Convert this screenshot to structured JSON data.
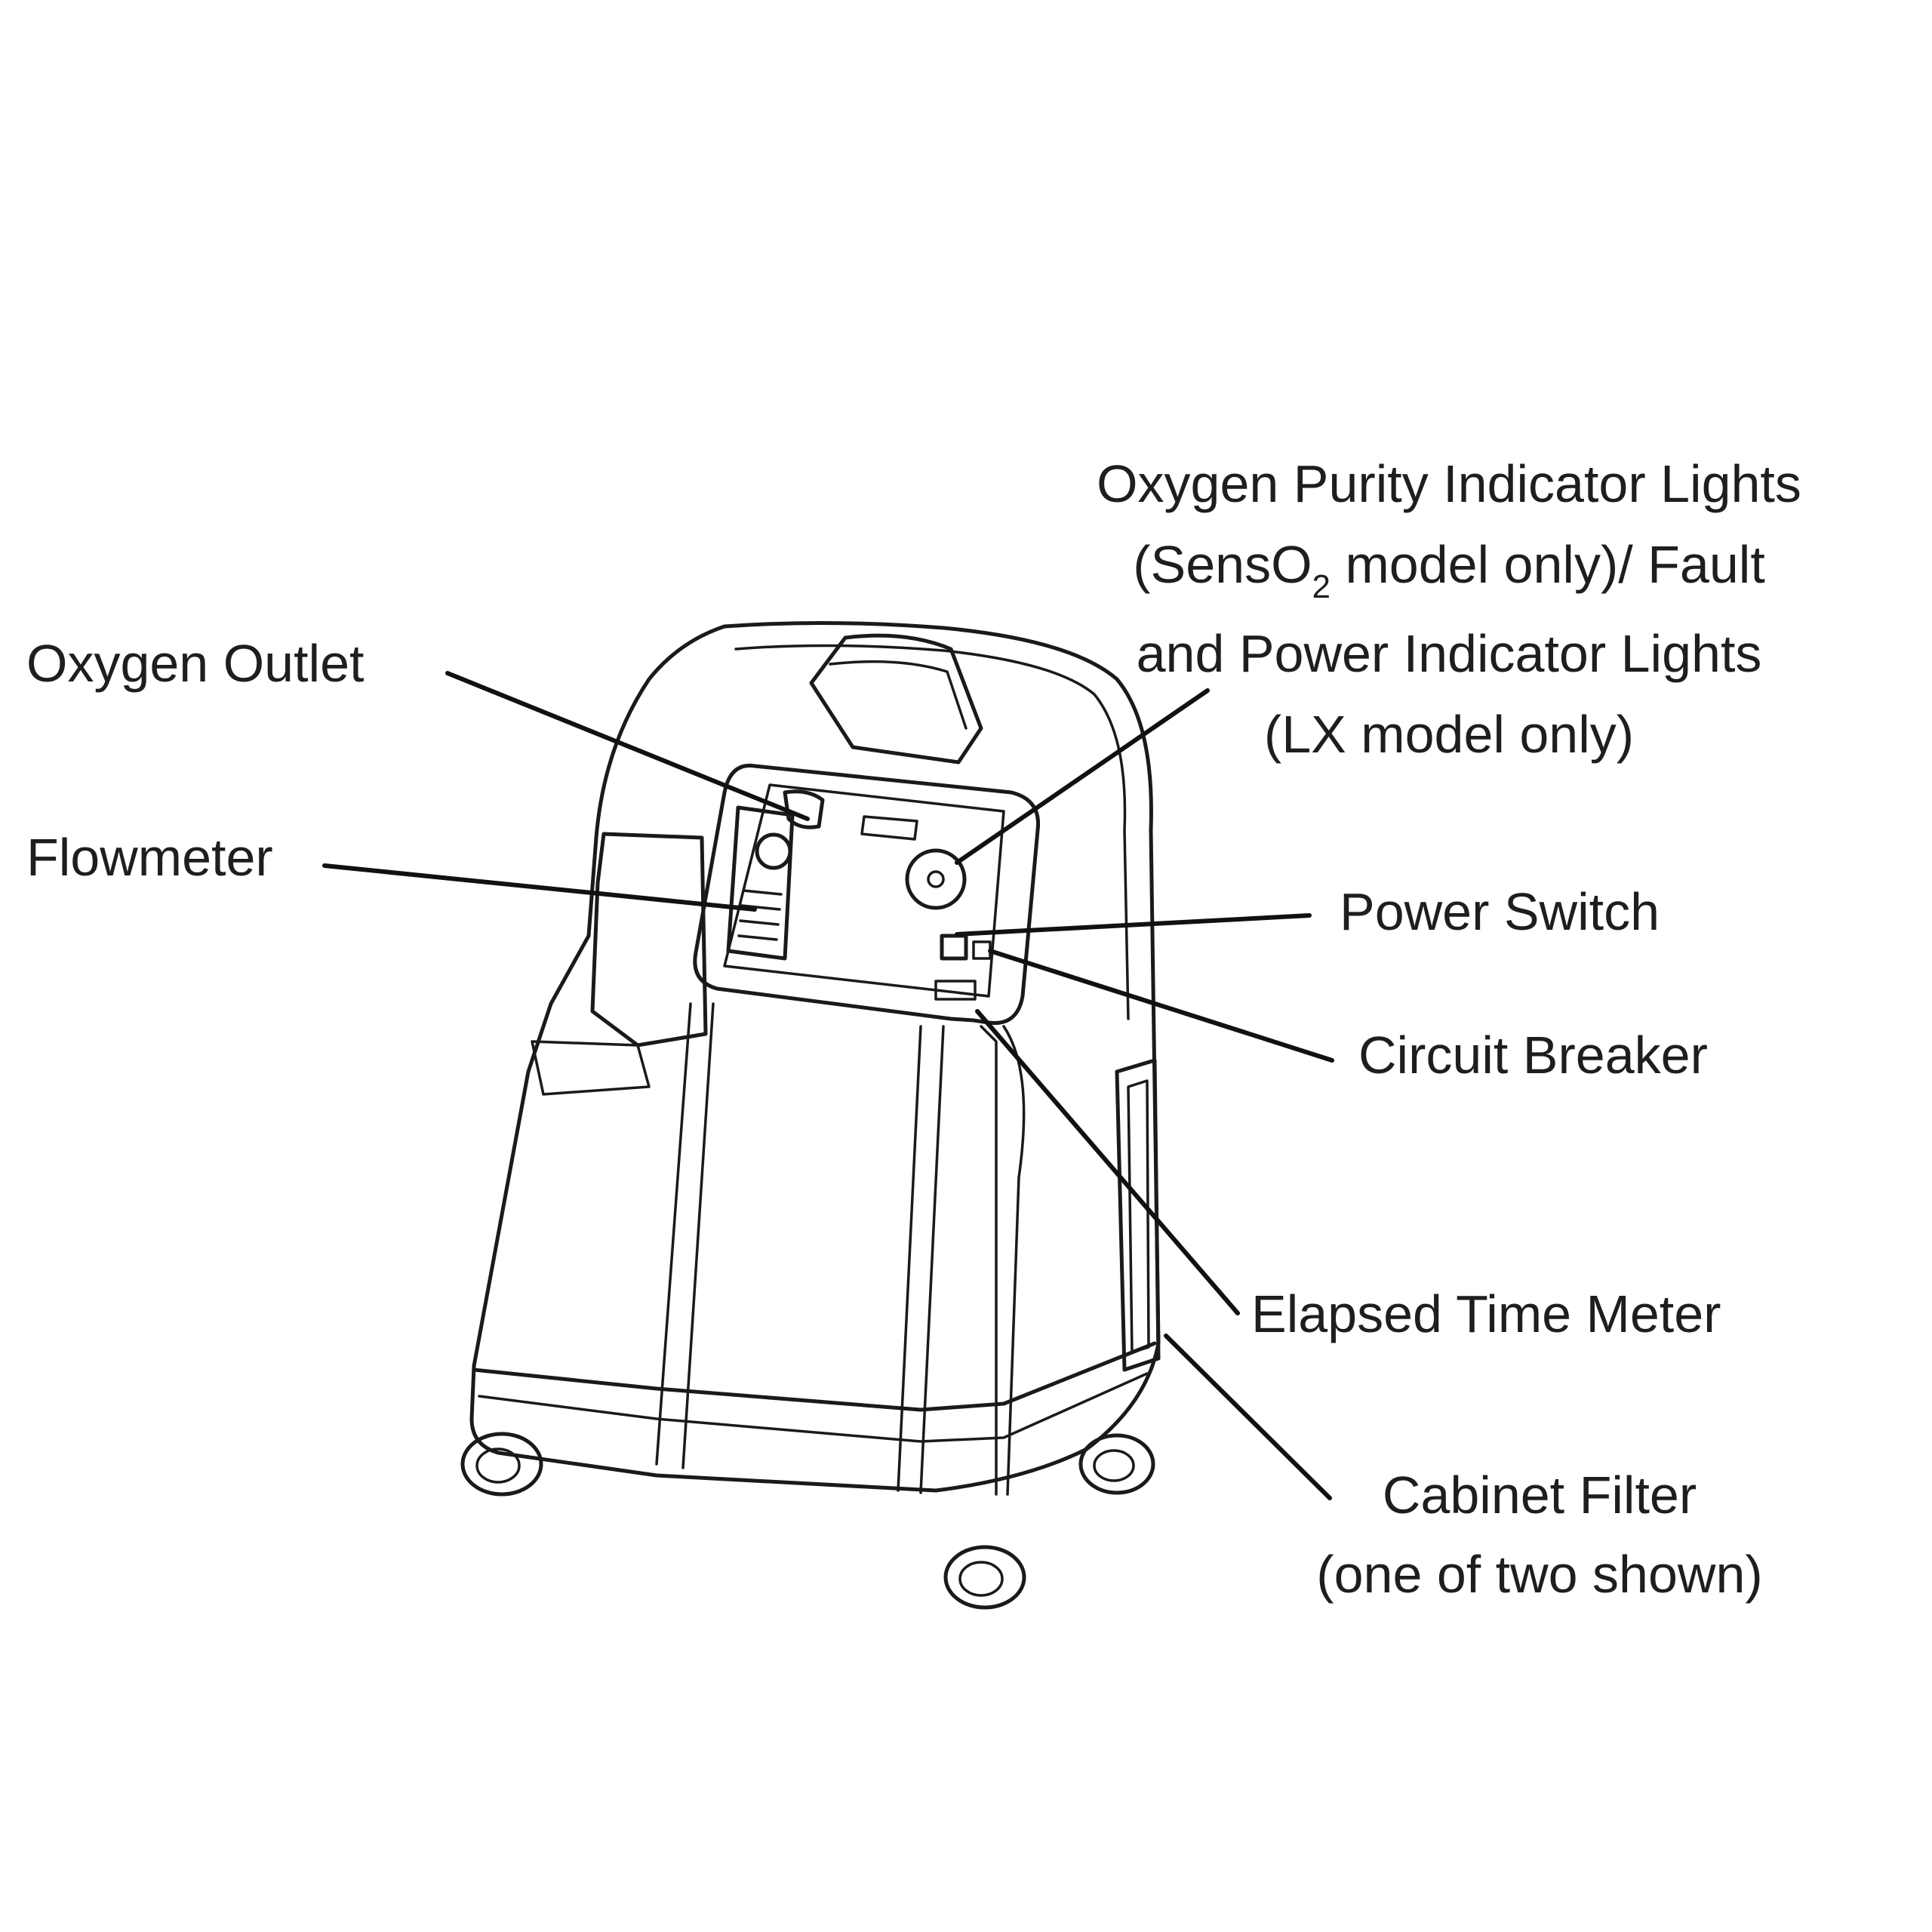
{
  "labels": {
    "purity_line1": "Oxygen Purity Indicator Lights",
    "purity_line2_pre": "(SensO",
    "purity_line2_sub": "2",
    "purity_line2_post": " model only)/ Fault",
    "purity_line3": "and Power Indicator Lights",
    "purity_line4": "(LX model only)",
    "oxygen_outlet": "Oxygen Outlet",
    "flowmeter": "Flowmeter",
    "power_switch": "Power Switch",
    "circuit_breaker": "Circuit Breaker",
    "elapsed_time_meter": "Elapsed Time Meter",
    "cabinet_filter_line1": "Cabinet Filter",
    "cabinet_filter_line2": "(one of two shown)"
  }
}
